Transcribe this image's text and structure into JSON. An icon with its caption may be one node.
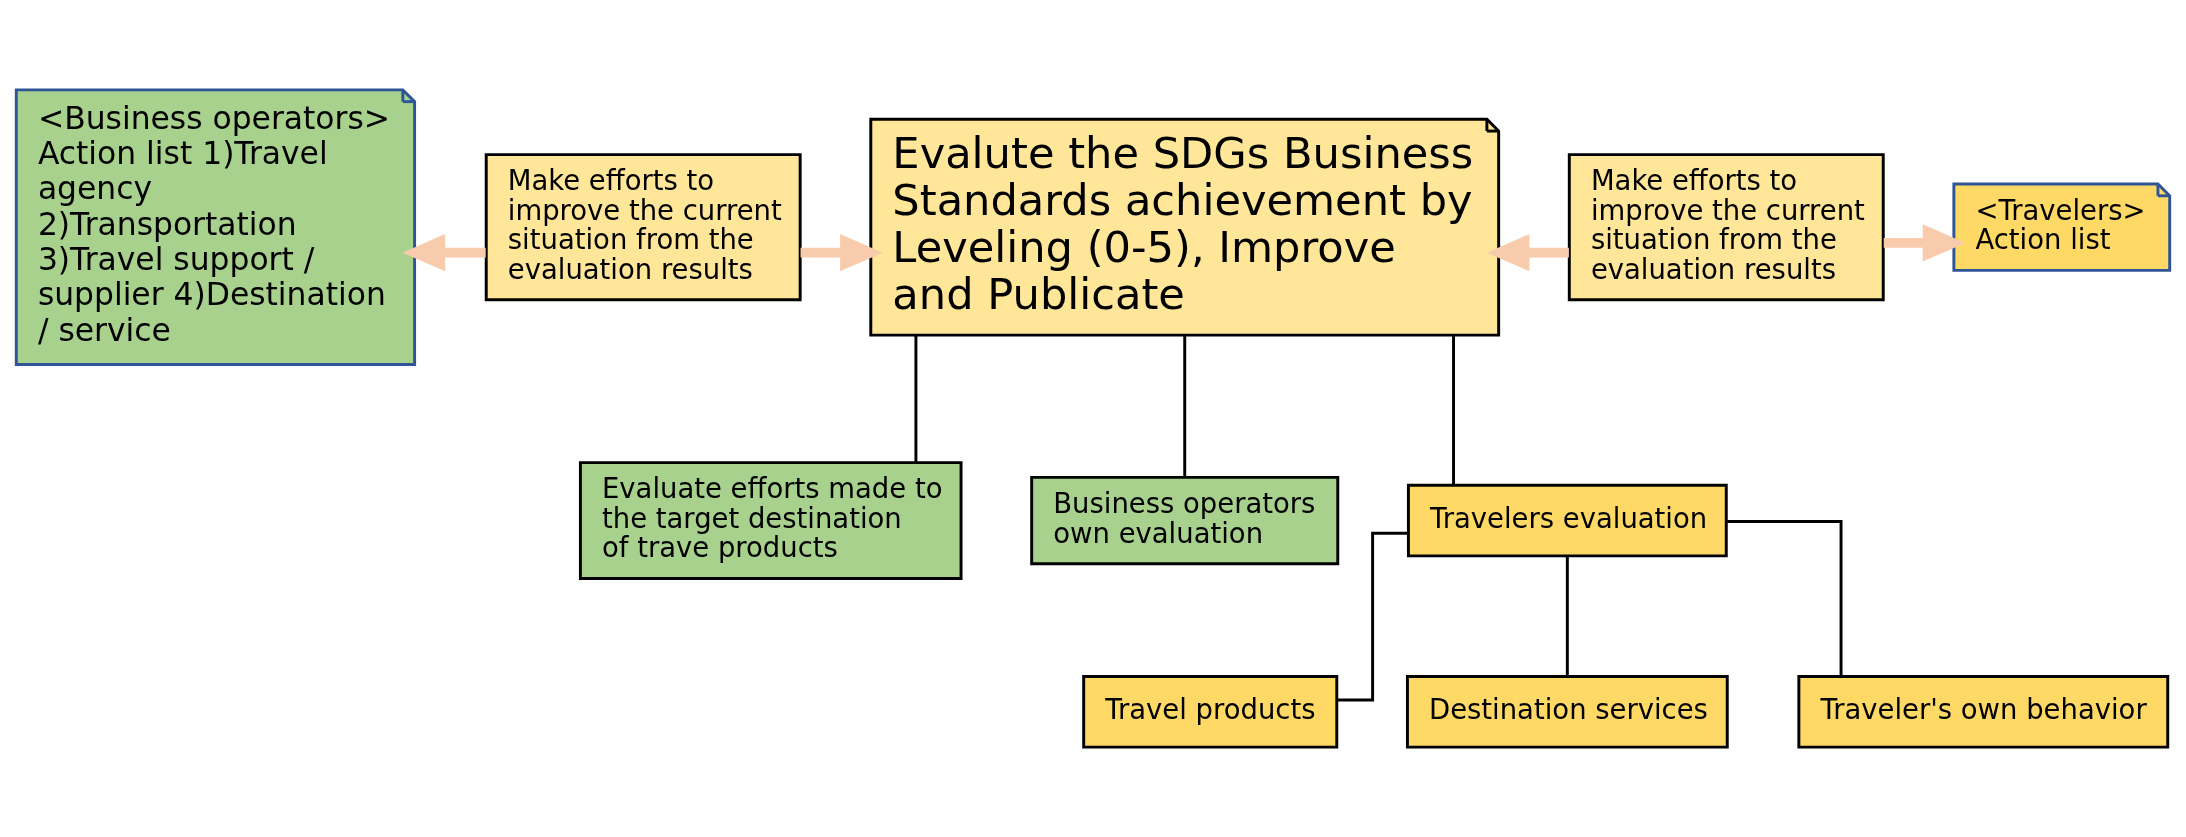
{
  "diagram": {
    "nodes": [
      {
        "text": [
          "<Business operators>",
          "Action list 1)Travel agency 2)Transportation 3)Travel support / supplier 4)Destination / service"
        ]
      },
      {
        "text": [
          "Make efforts to improve the current situation from the evaluation results"
        ]
      },
      {
        "text": [
          "Evalute the SDGs Business Standards achievement by Leveling (0-5), Improve and Publicate"
        ]
      },
      {
        "text": [
          "Make efforts to improve the current situation from the evaluation results"
        ]
      },
      {
        "text": [
          "<Travelers>",
          "Action list"
        ]
      },
      {
        "text": [
          "Evaluate efforts made to the target destination of trave products"
        ]
      },
      {
        "text": [
          "Business operators own evaluation"
        ]
      },
      {
        "text": [
          "Travelers evaluation"
        ]
      },
      {
        "text": [
          "Travel products"
        ]
      },
      {
        "text": [
          "Destination services"
        ]
      },
      {
        "text": [
          "Traveler's own behavior"
        ]
      }
    ],
    "edges": [
      {
        "from": 1,
        "to": 0,
        "arrow": "to",
        "style": "thick",
        "color": "#f8cbad"
      },
      {
        "from": 1,
        "to": 2,
        "arrow": "to",
        "style": "thick",
        "color": "#f8cbad"
      },
      {
        "from": 3,
        "to": 2,
        "arrow": "to",
        "style": "thick",
        "color": "#f8cbad"
      },
      {
        "from": 3,
        "to": 4,
        "arrow": "to",
        "style": "thick",
        "color": "#f8cbad"
      },
      {
        "from": 2,
        "to": 5,
        "arrow": "none"
      },
      {
        "from": 2,
        "to": 6,
        "arrow": "none"
      },
      {
        "from": 2,
        "to": 7,
        "arrow": "none"
      },
      {
        "from": 7,
        "to": 8,
        "arrow": "none"
      },
      {
        "from": 7,
        "to": 9,
        "arrow": "none"
      },
      {
        "from": 7,
        "to": 10,
        "arrow": "none"
      }
    ]
  }
}
